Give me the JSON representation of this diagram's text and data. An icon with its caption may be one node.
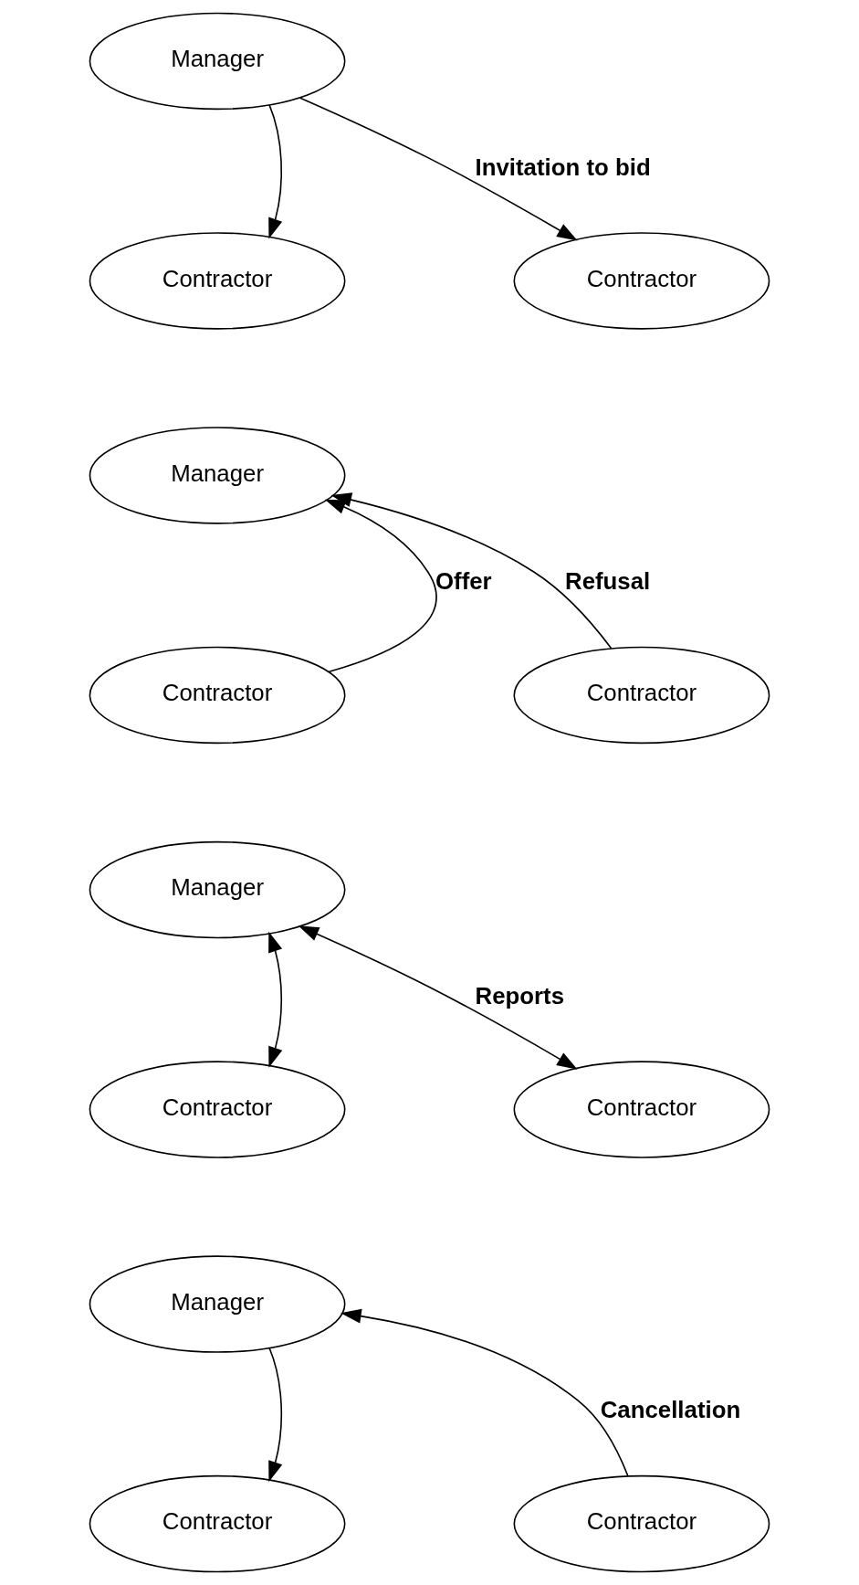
{
  "diagram": {
    "nodes": [
      {
        "text": [
          "Manager"
        ]
      },
      {
        "text": [
          "Contractor"
        ]
      },
      {
        "text": [
          "Contractor"
        ]
      },
      {
        "text": [
          "Manager"
        ]
      },
      {
        "text": [
          "Contractor"
        ]
      },
      {
        "text": [
          "Contractor"
        ]
      },
      {
        "text": [
          "Manager"
        ]
      },
      {
        "text": [
          "Contractor"
        ]
      },
      {
        "text": [
          "Contractor"
        ]
      },
      {
        "text": [
          "Manager"
        ]
      },
      {
        "text": [
          "Contractor"
        ]
      },
      {
        "text": [
          "Contractor"
        ]
      }
    ],
    "edges": [
      {
        "from": 0,
        "to": 1,
        "arrow": "to"
      },
      {
        "from": 0,
        "to": 2,
        "arrow": "to",
        "label": "Invitation to bid"
      },
      {
        "from": 4,
        "to": 3,
        "arrow": "to",
        "label": "Offer"
      },
      {
        "from": 5,
        "to": 3,
        "arrow": "to",
        "label": "Refusal"
      },
      {
        "from": 6,
        "to": 7,
        "arrow": "both"
      },
      {
        "from": 6,
        "to": 8,
        "arrow": "both",
        "label": "Reports"
      },
      {
        "from": 9,
        "to": 10,
        "arrow": "to"
      },
      {
        "from": 11,
        "to": 9,
        "arrow": "to",
        "label": "Cancellation"
      }
    ]
  }
}
